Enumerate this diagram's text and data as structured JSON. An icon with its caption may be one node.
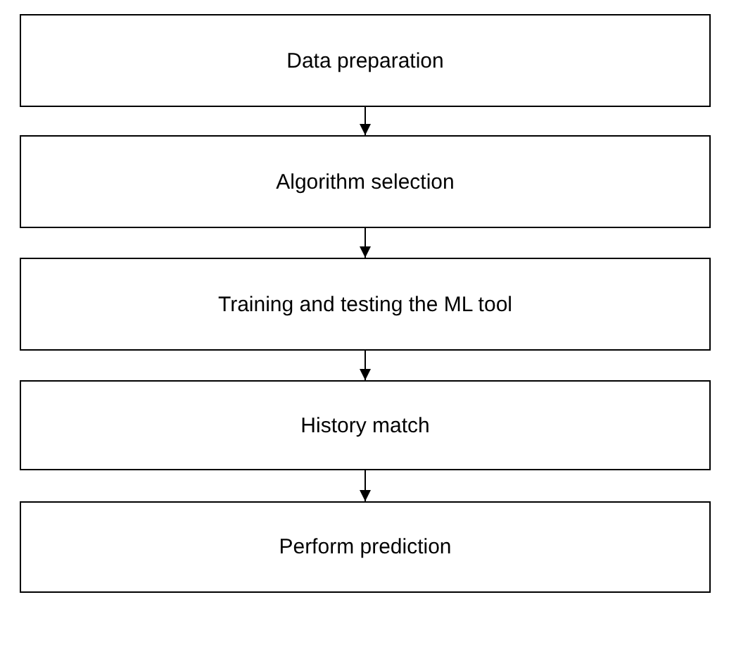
{
  "diagram": {
    "nodes": [
      {
        "text": [
          "Data preparation"
        ]
      },
      {
        "text": [
          "Algorithm selection"
        ]
      },
      {
        "text": [
          "Training and testing the ML tool"
        ]
      },
      {
        "text": [
          "History match"
        ]
      },
      {
        "text": [
          "Perform prediction"
        ]
      }
    ],
    "edges": [
      {
        "from": 0,
        "to": 1,
        "arrow": "to"
      },
      {
        "from": 1,
        "to": 2,
        "arrow": "to"
      },
      {
        "from": 2,
        "to": 3,
        "arrow": "to"
      },
      {
        "from": 3,
        "to": 4,
        "arrow": "to"
      }
    ]
  }
}
